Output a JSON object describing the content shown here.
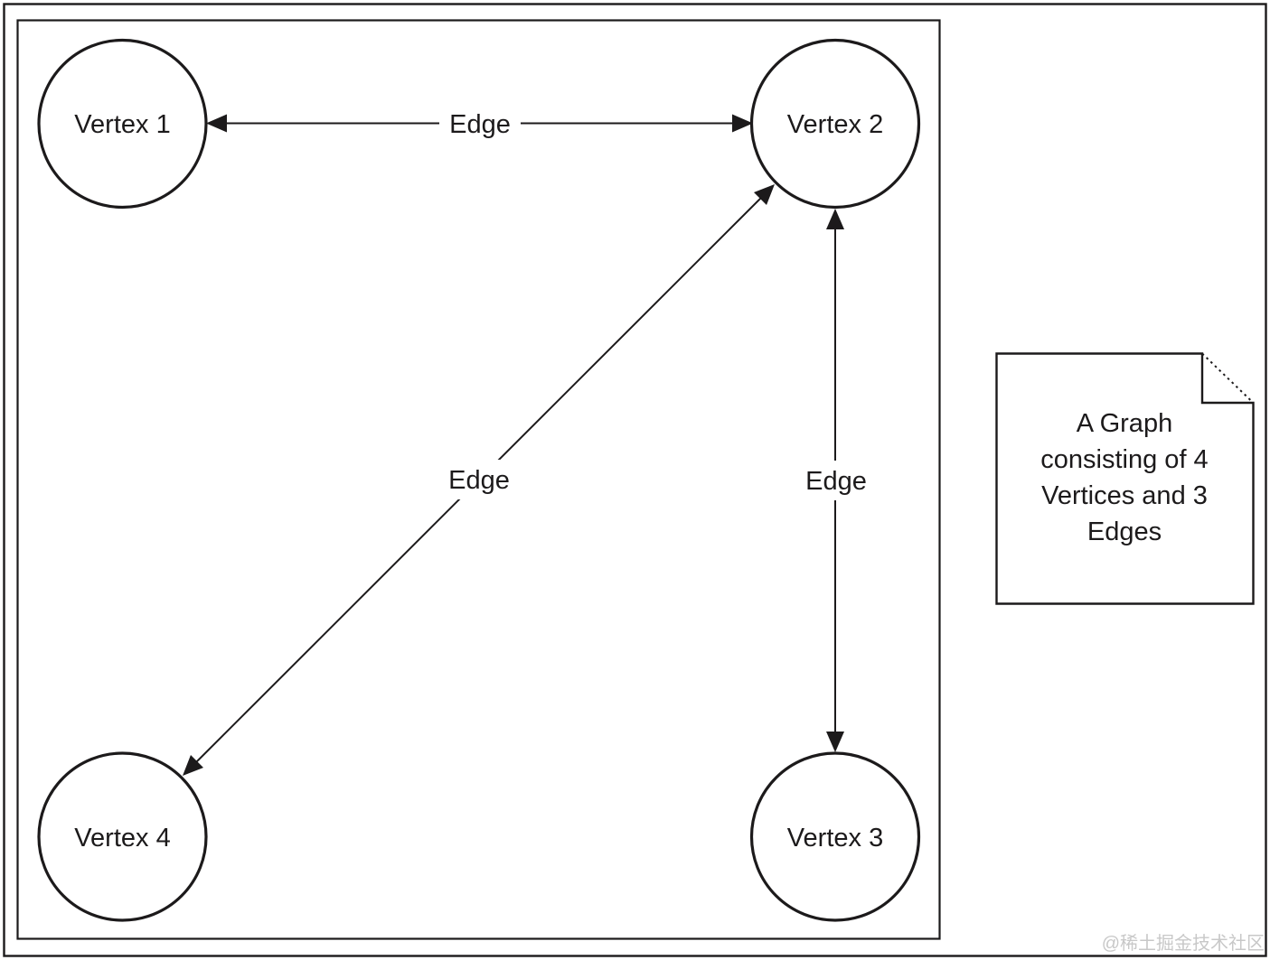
{
  "figure": {
    "type": "graph-diagram",
    "vertices": [
      {
        "label": "Vertex 1",
        "position": "top-left"
      },
      {
        "label": "Vertex 2",
        "position": "top-right"
      },
      {
        "label": "Vertex 3",
        "position": "bottom-right"
      },
      {
        "label": "Vertex 4",
        "position": "bottom-left"
      }
    ],
    "edges": [
      {
        "label": "Edge",
        "from": "Vertex 1",
        "to": "Vertex 2",
        "style": "bidirectional-arrow"
      },
      {
        "label": "Edge",
        "from": "Vertex 2",
        "to": "Vertex 4",
        "style": "bidirectional-arrow"
      },
      {
        "label": "Edge",
        "from": "Vertex 2",
        "to": "Vertex 3",
        "style": "bidirectional-arrow"
      }
    ],
    "note": {
      "lines": [
        "A Graph",
        "consisting of 4",
        "Vertices and 3",
        "Edges"
      ]
    },
    "watermark": "@稀土掘金技术社区",
    "colors": {
      "ink": "#1c1a1b",
      "background": "#ffffff",
      "watermark_gray": "#c8c8c8"
    }
  }
}
